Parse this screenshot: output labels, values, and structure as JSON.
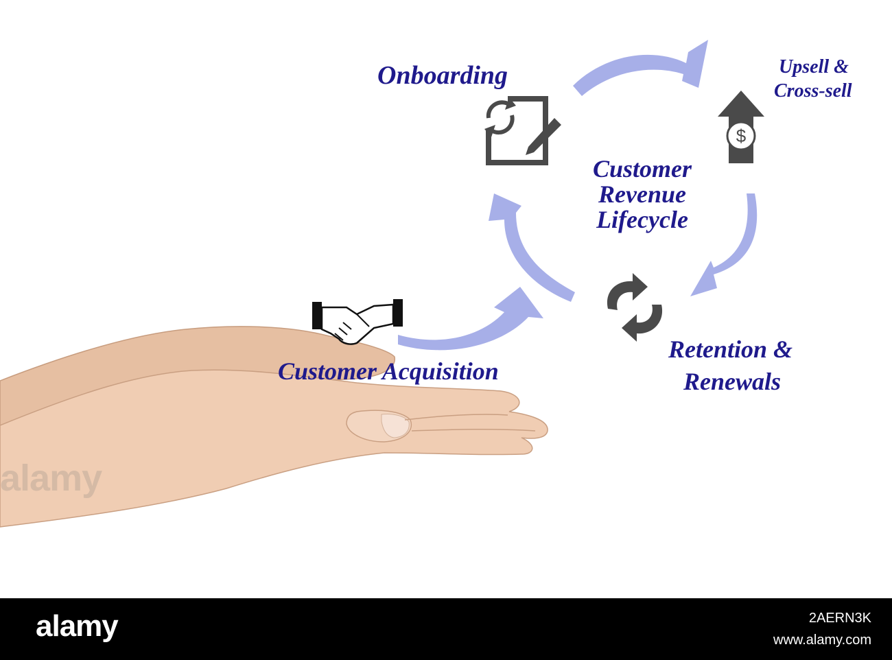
{
  "diagram": {
    "title_lines": [
      "Customer",
      "Revenue",
      "Lifecycle"
    ],
    "stages": {
      "onboarding": "Onboarding",
      "upsell_line1": "Upsell &",
      "upsell_line2": "Cross-sell",
      "retention_line1": "Retention &",
      "retention_line2": "Renewals",
      "acquisition": "Customer Acquisition"
    },
    "icons": {
      "onboarding": "document-edit-refresh-icon",
      "upsell": "dollar-up-arrow-icon",
      "retention": "refresh-cycle-icon",
      "acquisition": "handshake-icon"
    },
    "colors": {
      "text": "#1f1a8c",
      "arrow": "#a7afe8",
      "icon": "#4a4a4a"
    }
  },
  "watermark": "alamy",
  "footer": {
    "brand": "alamy",
    "image_id": "2AERN3K",
    "site": "www.alamy.com"
  }
}
